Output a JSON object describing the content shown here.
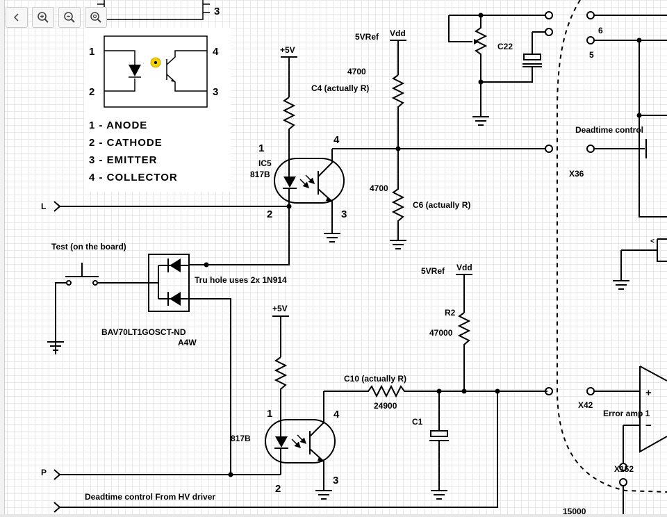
{
  "toolbar": {
    "back_icon": "chevron-left-icon",
    "zoom_in_icon": "zoom-in-icon",
    "zoom_out_icon": "zoom-out-icon",
    "zoom_reset_icon": "zoom-reset-icon"
  },
  "legend": {
    "pin1": "1",
    "pin2": "2",
    "pin3": "3",
    "pin4": "4",
    "pin_top_right": "3",
    "line1": "1 - ANODE",
    "line2": "2 - CATHODE",
    "line3": "3 - EMITTER",
    "line4": "4 - COLLECTOR"
  },
  "labels": {
    "plus5v_a": "+5V",
    "plus5v_b": "+5V",
    "vref_a": "5VRef",
    "vdd_a": "Vdd",
    "vref_b": "5VRef",
    "vdd_b": "Vdd",
    "c4_val": "4700",
    "c4_name": "C4 (actually R)",
    "c6_val": "4700",
    "c6_name": "C6 (actually R)",
    "c22": "C22",
    "ic5": "IC5",
    "opto_a": "817B",
    "opto_b": "817B",
    "pin1_a": "1",
    "pin2_a": "2",
    "pin3_a": "3",
    "pin4_a": "4",
    "pin1_b": "1",
    "pin2_b": "2",
    "pin3_b": "3",
    "pin4_b": "4",
    "l": "L",
    "p": "P",
    "test": "Test (on the board)",
    "tru_hole": "Tru hole uses 2x 1N914",
    "bav": "BAV70LT1GOSCT-ND",
    "a4w": "A4W",
    "r2": "R2",
    "r2_val": "47000",
    "c10_name": "C10 (actually R)",
    "c10_val": "24900",
    "c1": "C1",
    "deadtime_from": "Deadtime control  From HV driver",
    "deadtime_ctrl": "Deadtime control",
    "x36": "X36",
    "x42": "X42",
    "x152": "X152",
    "error_amp": "Error amp 1",
    "pin6": "6",
    "pin5": "5",
    "plus": "+",
    "minus": "−",
    "val_15000": "15000"
  }
}
